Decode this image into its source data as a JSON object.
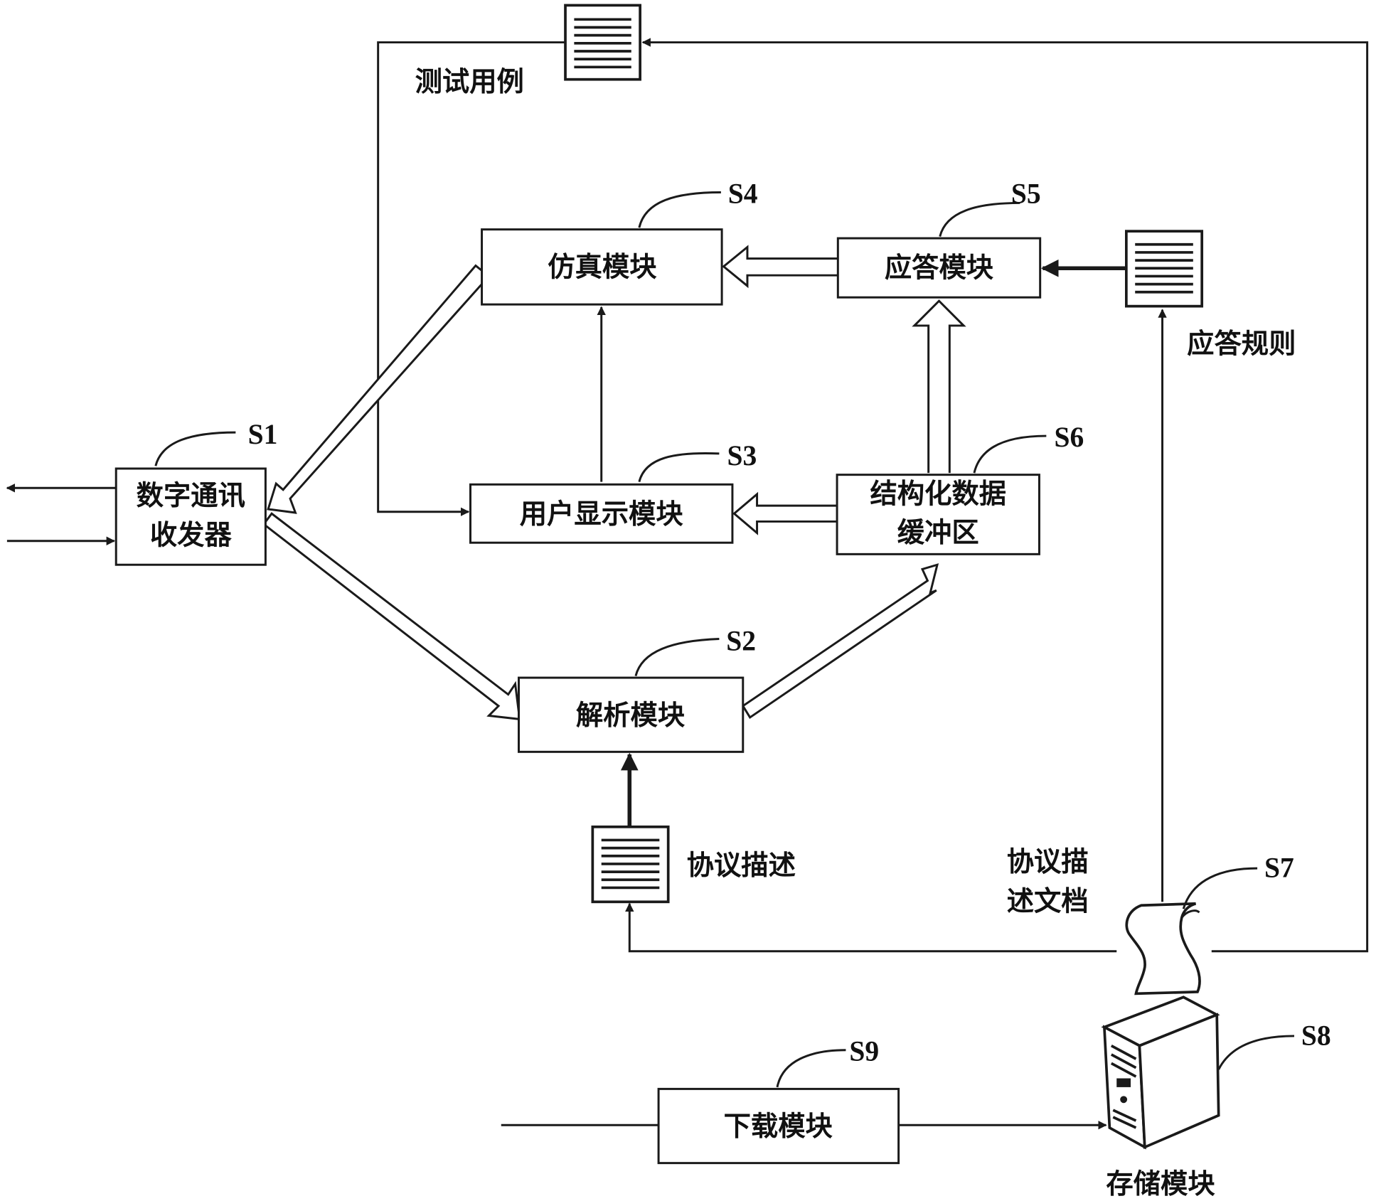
{
  "modules": {
    "transceiver": {
      "line1": "数字通讯",
      "line2": "收发器",
      "tag": "S1"
    },
    "parser": {
      "label": "解析模块",
      "tag": "S2"
    },
    "display": {
      "label": "用户显示模块",
      "tag": "S3"
    },
    "simulation": {
      "label": "仿真模块",
      "tag": "S4"
    },
    "response": {
      "label": "应答模块",
      "tag": "S5"
    },
    "buffer": {
      "line1": "结构化数据",
      "line2": "缓冲区",
      "tag": "S6"
    },
    "storage_doc": {
      "tag": "S7"
    },
    "storage": {
      "label": "存储模块",
      "tag": "S8"
    },
    "download": {
      "label": "下载模块",
      "tag": "S9"
    }
  },
  "documents": {
    "test_case": "测试用例",
    "response_rule": "应答规则",
    "protocol_desc": "协议描述",
    "protocol_doc_line1": "协议描",
    "protocol_doc_line2": "述文档"
  }
}
